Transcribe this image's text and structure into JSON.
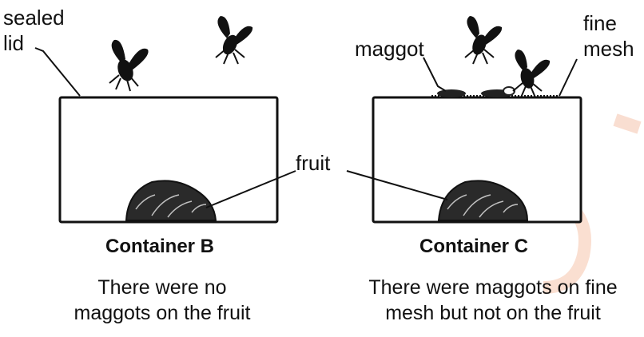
{
  "labels": {
    "sealed_lid_line1": "sealed",
    "sealed_lid_line2": "lid",
    "maggot": "maggot",
    "fine_mesh_line1": "fine",
    "fine_mesh_line2": "mesh",
    "fruit": "fruit"
  },
  "containers": [
    {
      "title": "Container B",
      "caption_line1": "There were no",
      "caption_line2": "maggots on the fruit"
    },
    {
      "title": "Container C",
      "caption_line1": "There were maggots on fine",
      "caption_line2": "mesh but not on the fruit"
    }
  ],
  "colors": {
    "ink": "#111111",
    "fruit_fill": "#2a2a2a",
    "watermark": "#f3b89a"
  },
  "icons": [
    "fly-icon",
    "maggot-icon",
    "fruit-icon"
  ]
}
